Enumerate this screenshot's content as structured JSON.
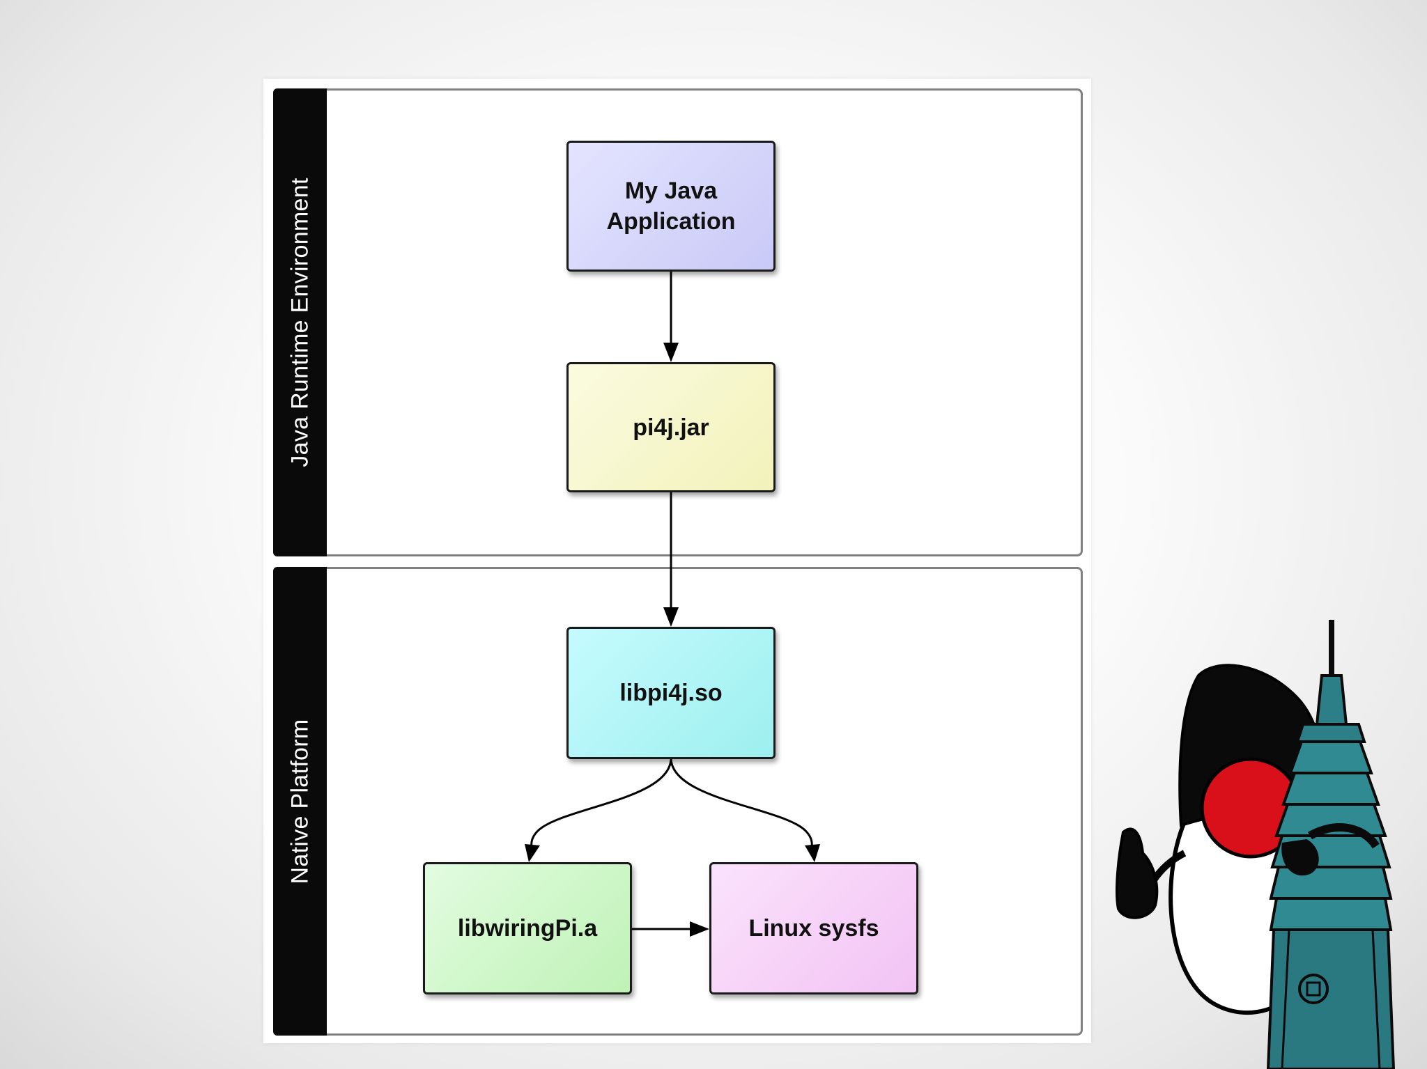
{
  "swimlanes": {
    "jre": "Java Runtime Environment",
    "native": "Native Platform"
  },
  "nodes": {
    "app": "My Java\nApplication",
    "jar": "pi4j.jar",
    "libpi4j": "libpi4j.so",
    "wiringpi": "libwiringPi.a",
    "sysfs": "Linux sysfs"
  },
  "colors": {
    "app": "#d0d0fb",
    "jar": "#f7f7c6",
    "libpi4j": "#a8f4f8",
    "wiringpi": "#c8f5c2",
    "sysfs": "#f7cef8",
    "swimlane_header": "#0a0a0a"
  },
  "edges": [
    {
      "from": "app",
      "to": "jar"
    },
    {
      "from": "jar",
      "to": "libpi4j"
    },
    {
      "from": "libpi4j",
      "to": "wiringpi"
    },
    {
      "from": "libpi4j",
      "to": "sysfs"
    },
    {
      "from": "wiringpi",
      "to": "sysfs"
    }
  ],
  "mascot": "duke-with-taipei-101-illustration"
}
